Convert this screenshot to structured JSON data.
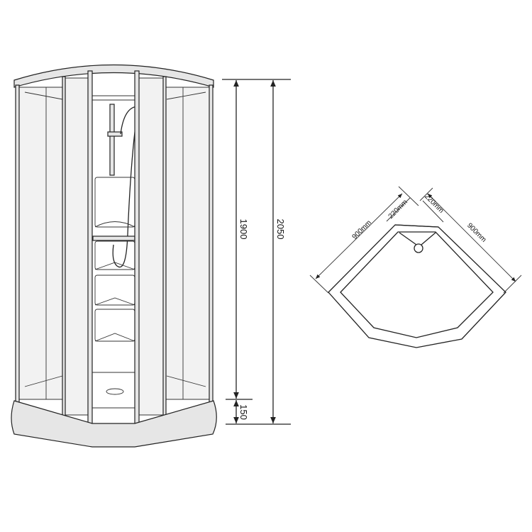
{
  "elevation": {
    "height_inner_label": "1900",
    "height_total_label": "2050",
    "tray_height_label": "150"
  },
  "plan": {
    "side_left_label": "900mm",
    "side_right_label": "900mm",
    "corner_left_label": "220mm",
    "corner_right_label": "220mm"
  }
}
